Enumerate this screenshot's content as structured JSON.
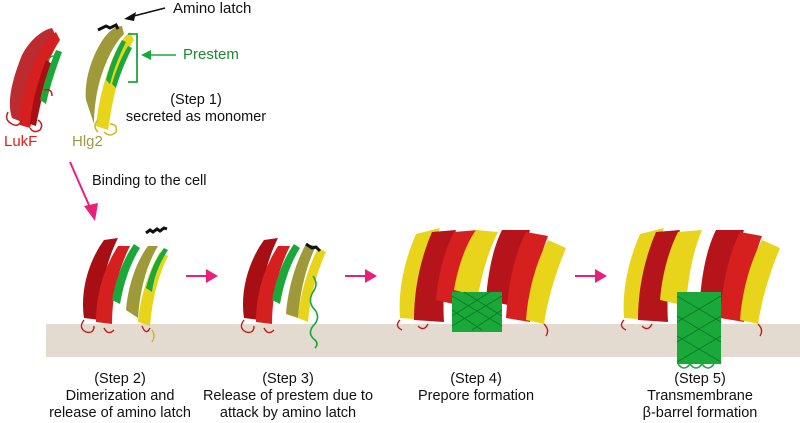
{
  "diagram": {
    "title": "Pore formation by bicomponent leukocidin (LukF / Hlg2)",
    "colors": {
      "lukf": "#cc1a1a",
      "hlg2": "#e8d41a",
      "hlg2_olive": "#9e9a3a",
      "prestem": "#1aa83a",
      "amino_latch": "#111111",
      "flow_arrow": "#e8207a",
      "membrane": "#e3dbd0"
    },
    "labels": {
      "amino_latch": "Amino latch",
      "prestem": "Prestem",
      "lukf": "LukF",
      "hlg2": "Hlg2",
      "binding": "Binding to the cell"
    },
    "steps": [
      {
        "id": "step1",
        "title": "(Step 1)",
        "line1": "secreted as monomer",
        "line2": ""
      },
      {
        "id": "step2",
        "title": "(Step 2)",
        "line1": "Dimerization and",
        "line2": "release of amino latch"
      },
      {
        "id": "step3",
        "title": "(Step 3)",
        "line1": "Release of prestem due to",
        "line2": "attack by amino latch"
      },
      {
        "id": "step4",
        "title": "(Step 4)",
        "line1": "Prepore formation",
        "line2": ""
      },
      {
        "id": "step5",
        "title": "(Step 5)",
        "line1": "Transmembrane",
        "line2": "β-barrel formation"
      }
    ]
  }
}
